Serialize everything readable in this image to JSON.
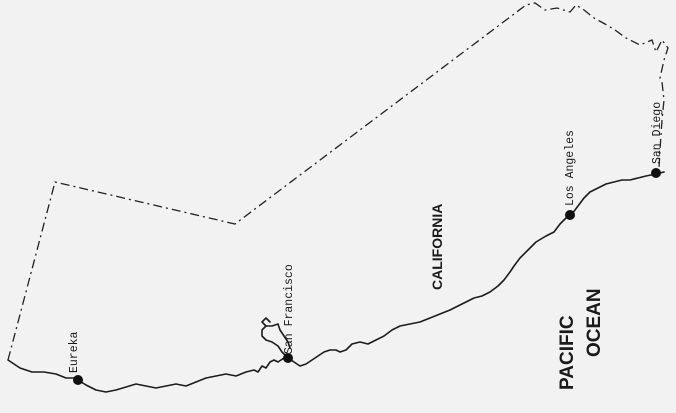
{
  "map": {
    "state_label": "CALIFORNIA",
    "ocean_label_line1": "PACIFIC",
    "ocean_label_line2": "OCEAN",
    "cities": [
      {
        "id": "eureka",
        "name": "Eureka"
      },
      {
        "id": "san-francisco",
        "name": "San Francisco"
      },
      {
        "id": "los-angeles",
        "name": "Los Angeles"
      },
      {
        "id": "san-diego",
        "name": "San Diego"
      }
    ]
  }
}
